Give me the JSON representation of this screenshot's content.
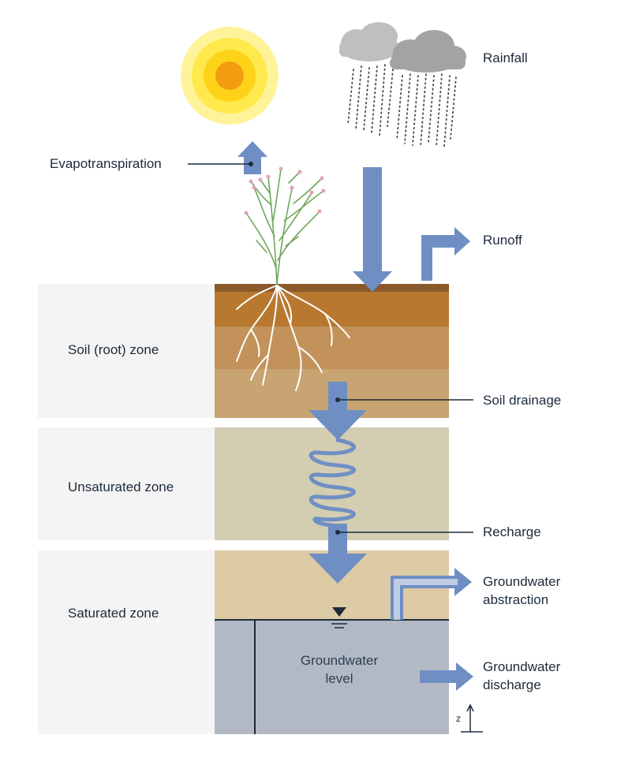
{
  "labels": {
    "rainfall": "Rainfall",
    "evapotranspiration": "Evapotranspiration",
    "runoff": "Runoff",
    "soil_drainage": "Soil drainage",
    "recharge": "Recharge",
    "groundwater_abstraction_line1": "Groundwater",
    "groundwater_abstraction_line2": "abstraction",
    "groundwater_discharge_line1": "Groundwater",
    "groundwater_discharge_line2": "discharge",
    "groundwater_level_line1": "Groundwater",
    "groundwater_level_line2": "level",
    "z_axis": "z"
  },
  "zones": [
    {
      "name": "Soil (root) zone"
    },
    {
      "name": "Unsaturated zone"
    },
    {
      "name": "Saturated zone"
    }
  ],
  "colors": {
    "arrow": "#6f8fc4",
    "zone_panel": "#f4f4f4",
    "soil_top": "#8a5a2b",
    "soil_band1": "#b8782f",
    "soil_band2": "#c2925a",
    "soil_band3": "#c8a472",
    "unsaturated": "#d3cdb2",
    "saturated": "#dccba4",
    "groundwater": "#b3b9c4",
    "sun_outer": "#fff3a0",
    "sun_core": "#f39c12",
    "cloud": "#a9a9a9"
  }
}
